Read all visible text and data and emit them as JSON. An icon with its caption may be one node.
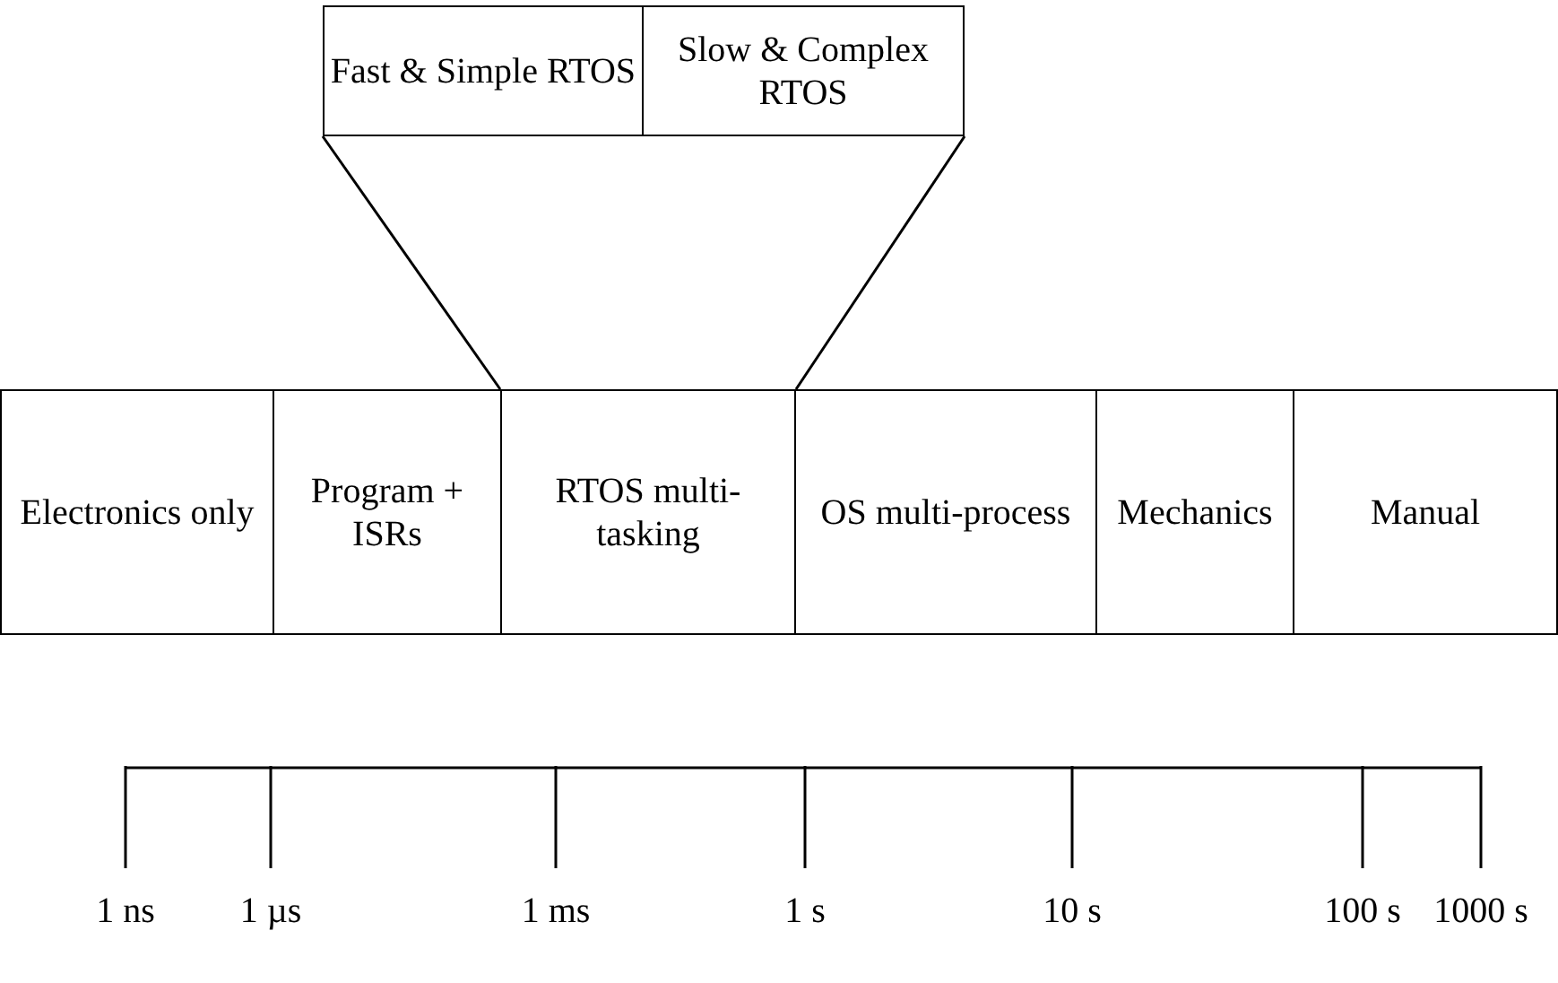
{
  "diagram": {
    "nodes": [
      {
        "text": [
          "Fast & Simple RTOS"
        ]
      },
      {
        "text": [
          "Slow & Complex RTOS"
        ]
      },
      {
        "text": [
          "Electronics only"
        ]
      },
      {
        "text": [
          "Program + ISRs"
        ]
      },
      {
        "text": [
          "RTOS multi-tasking"
        ]
      },
      {
        "text": [
          "OS multi-process"
        ]
      },
      {
        "text": [
          "Mechanics"
        ]
      },
      {
        "text": [
          "Manual"
        ]
      }
    ],
    "edges": [
      {
        "from": 0,
        "to": 4,
        "arrow": "none"
      },
      {
        "from": 1,
        "to": 4,
        "arrow": "none"
      }
    ],
    "labels": [
      "1 ns",
      "1 µs",
      "1 ms",
      "1 s",
      "10 s",
      "100 s",
      "1000 s"
    ]
  }
}
